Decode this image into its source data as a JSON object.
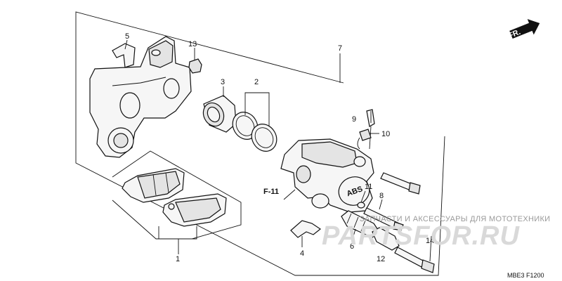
{
  "labels": {
    "p1": "1",
    "p2": "2",
    "p3": "3",
    "p4": "4",
    "p5": "5",
    "p6": "6",
    "p7": "7",
    "p8": "8",
    "p9": "9",
    "p10": "10",
    "p11": "11",
    "p12": "12",
    "p13": "13",
    "p14": "14",
    "ref": "F-11",
    "fr": "FR.",
    "abs": "ABS"
  },
  "diagram_code": "MBE3 F1200",
  "watermark": {
    "tagline": "ЗАПЧАСТИ И АКСЕССУАРЫ ДЛЯ МОТОТЕХНИКИ",
    "site": "PARTSFOR.RU"
  }
}
